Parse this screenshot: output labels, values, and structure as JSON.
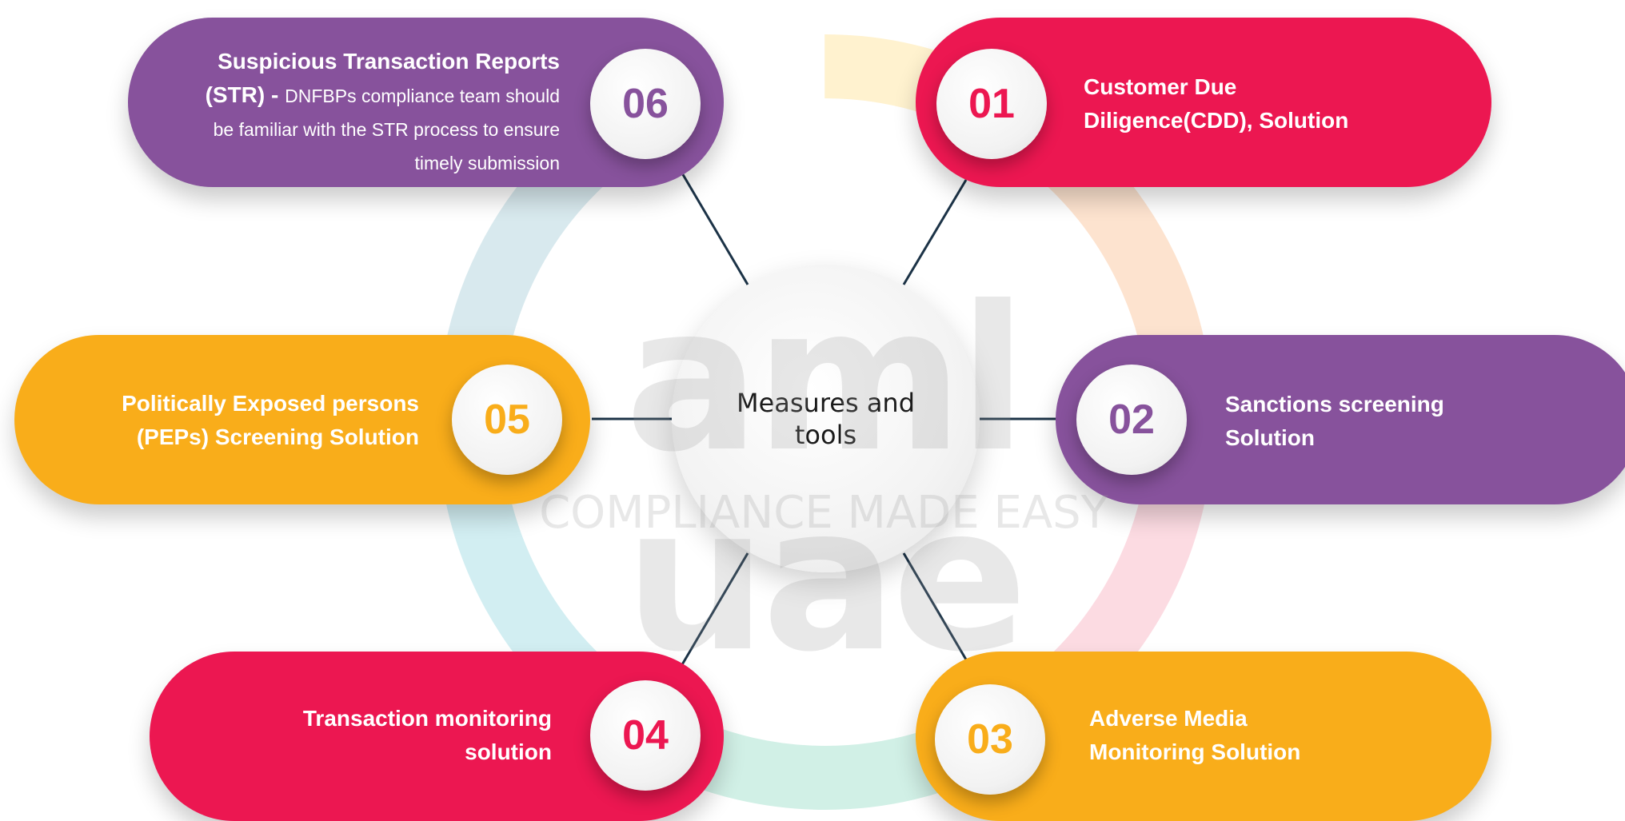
{
  "center": {
    "label": "Measures and tools"
  },
  "watermark": {
    "logo": "aml uae",
    "tagline": "COMPLIANCE MADE EASY"
  },
  "colors": {
    "purple": "#87529c",
    "red": "#ec1751",
    "orange": "#f9ad1a",
    "connector": "#1c3347"
  },
  "items": [
    {
      "number": "01",
      "text": "Customer Due Diligence(CDD), Solution"
    },
    {
      "number": "02",
      "text": "Sanctions screening Solution"
    },
    {
      "number": "03",
      "text": "Adverse Media Monitoring Solution"
    },
    {
      "number": "04",
      "text": "Transaction monitoring solution"
    },
    {
      "number": "05",
      "text": "Politically Exposed persons (PEPs) Screening Solution"
    },
    {
      "number": "06",
      "title": "Suspicious Transaction Reports (STR) -",
      "text": "DNFBPs compliance team should be familiar with the STR process to ensure timely submission"
    }
  ]
}
